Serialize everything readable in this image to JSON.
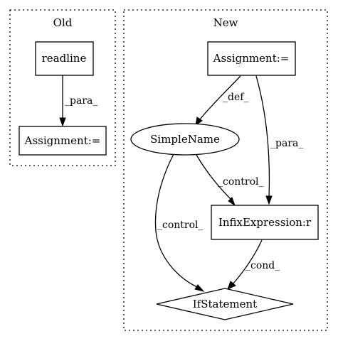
{
  "clusters": {
    "old": {
      "label": "Old"
    },
    "new": {
      "label": "New"
    }
  },
  "nodes": {
    "old_readline": {
      "label": "readline",
      "shape": "box"
    },
    "old_assignment": {
      "label": "Assignment:=",
      "shape": "box"
    },
    "new_assignment": {
      "label": "Assignment:=",
      "shape": "box"
    },
    "new_simplename": {
      "label": "SimpleName",
      "shape": "ellipse"
    },
    "new_infix": {
      "label": "InfixExpression:r",
      "shape": "box"
    },
    "new_ifstatement": {
      "label": "IfStatement",
      "shape": "diamond"
    }
  },
  "edges": {
    "readline_to_assignment": {
      "label": "_para_"
    },
    "assignment_to_simplename": {
      "label": "_def_"
    },
    "assignment_to_infix": {
      "label": "_para_"
    },
    "simplename_to_infix": {
      "label": "_control_"
    },
    "simplename_to_ifstatement": {
      "label": "_control_"
    },
    "infix_to_ifstatement": {
      "label": "_cond_"
    }
  }
}
